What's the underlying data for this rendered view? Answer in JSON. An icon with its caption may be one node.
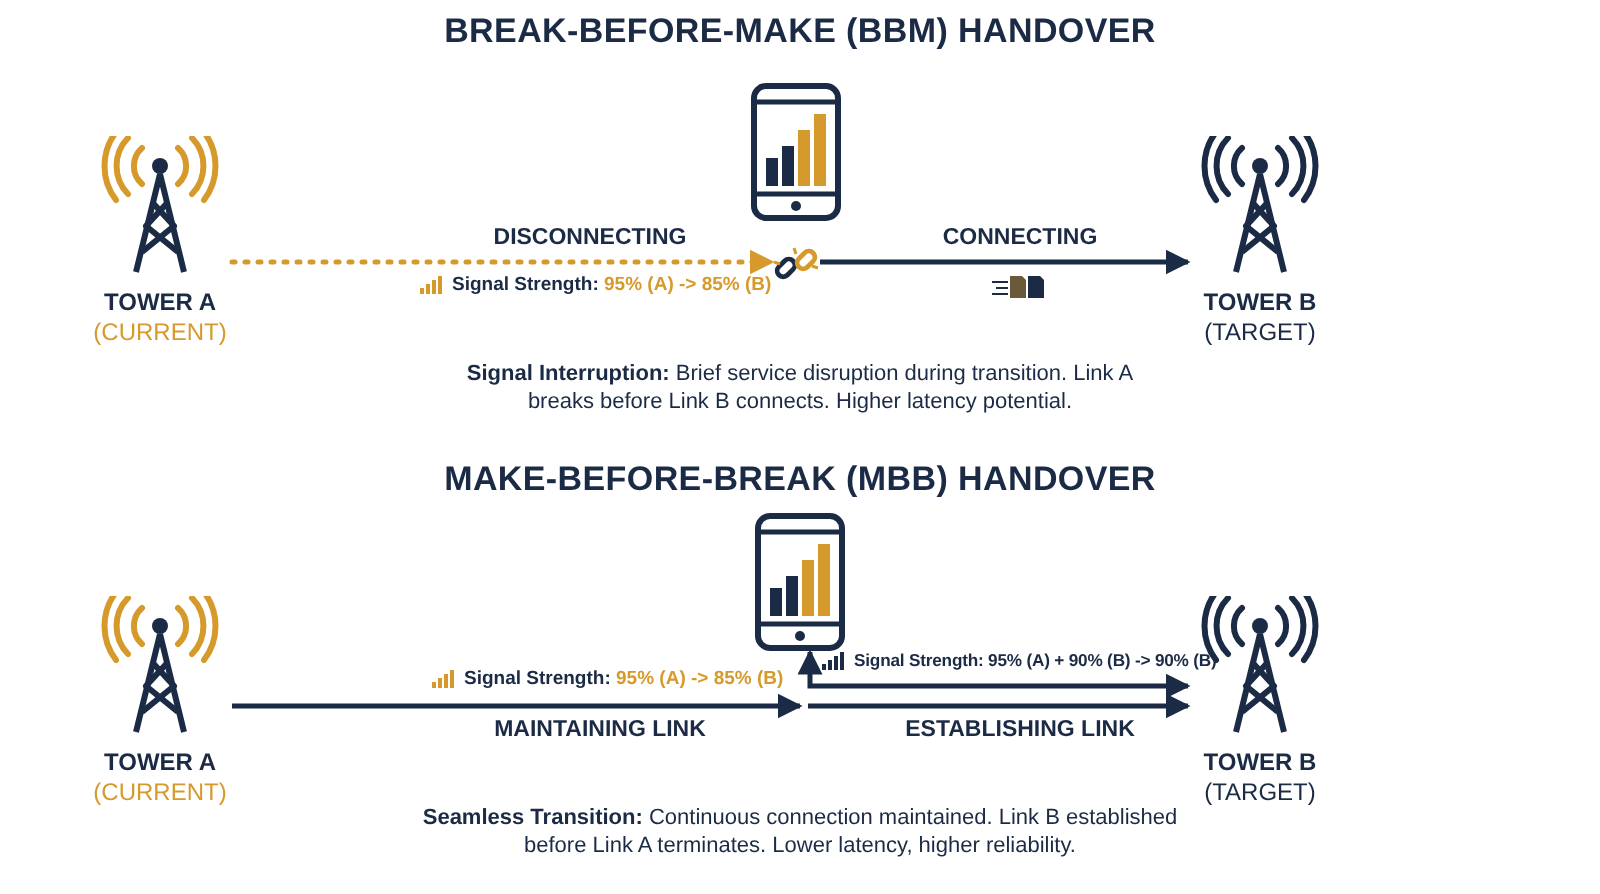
{
  "diagram": {
    "nodes": [
      {
        "text": [
          "TOWER A",
          "(CURRENT)"
        ]
      },
      {
        "text": [],
        "shape": "phone"
      },
      {
        "text": [],
        "shape": "chain"
      },
      {
        "text": [
          "TOWER B",
          "(TARGET)"
        ]
      },
      {
        "text": [
          "TOWER A",
          "(CURRENT)"
        ]
      },
      {
        "text": [],
        "shape": "phone"
      },
      {
        "text": [
          "TOWER B",
          "(TARGET)"
        ]
      }
    ],
    "edges": [
      {
        "from": 0,
        "to": 2,
        "arrow": "to",
        "style": "dashed",
        "color": "#d69a2c",
        "label": "DISCONNECTING"
      },
      {
        "from": 2,
        "to": 3,
        "arrow": "to",
        "label": "CONNECTING"
      },
      {
        "from": 4,
        "to": 5,
        "arrow": "to",
        "label": "MAINTAINING LINK"
      },
      {
        "from": null,
        "to": 6,
        "arrow": "to",
        "label": "ESTABLISHING LINK"
      },
      {
        "from": 5,
        "to": 6,
        "arrow": "both"
      }
    ],
    "labels": [
      "BREAK-BEFORE-MAKE (BBM) HANDOVER",
      "Signal Strength: 95% (A) -> 85% (B)",
      "**Signal Interruption:** Brief service disruption during transition. Link A breaks before Link B connects. Higher latency potential.",
      "MAKE-BEFORE-BREAK (MBB) HANDOVER",
      "Signal Strength: 95% (A) -> 85% (B)",
      "Signal Strength: 95% (A) + 90% (B) -> 90% (B)",
      "**Seamless Transition:** Continuous connection maintained. Link B established before Link A terminates. Lower latency, higher reliability."
    ]
  }
}
